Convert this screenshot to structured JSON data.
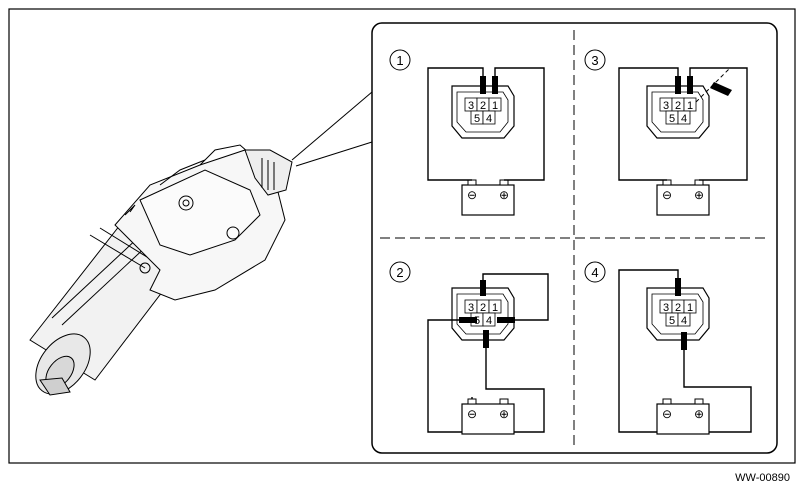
{
  "figure": {
    "reference_code": "WW-00890",
    "panels": [
      {
        "number": "1",
        "pins": [
          "3",
          "2",
          "1",
          "5",
          "4"
        ]
      },
      {
        "number": "2",
        "pins": [
          "3",
          "2",
          "1",
          "5",
          "4"
        ]
      },
      {
        "number": "3",
        "pins": [
          "3",
          "2",
          "1",
          "5",
          "4"
        ]
      },
      {
        "number": "4",
        "pins": [
          "3",
          "2",
          "1",
          "5",
          "4"
        ]
      }
    ],
    "battery_minus": "⊖",
    "battery_plus": "⊕"
  }
}
